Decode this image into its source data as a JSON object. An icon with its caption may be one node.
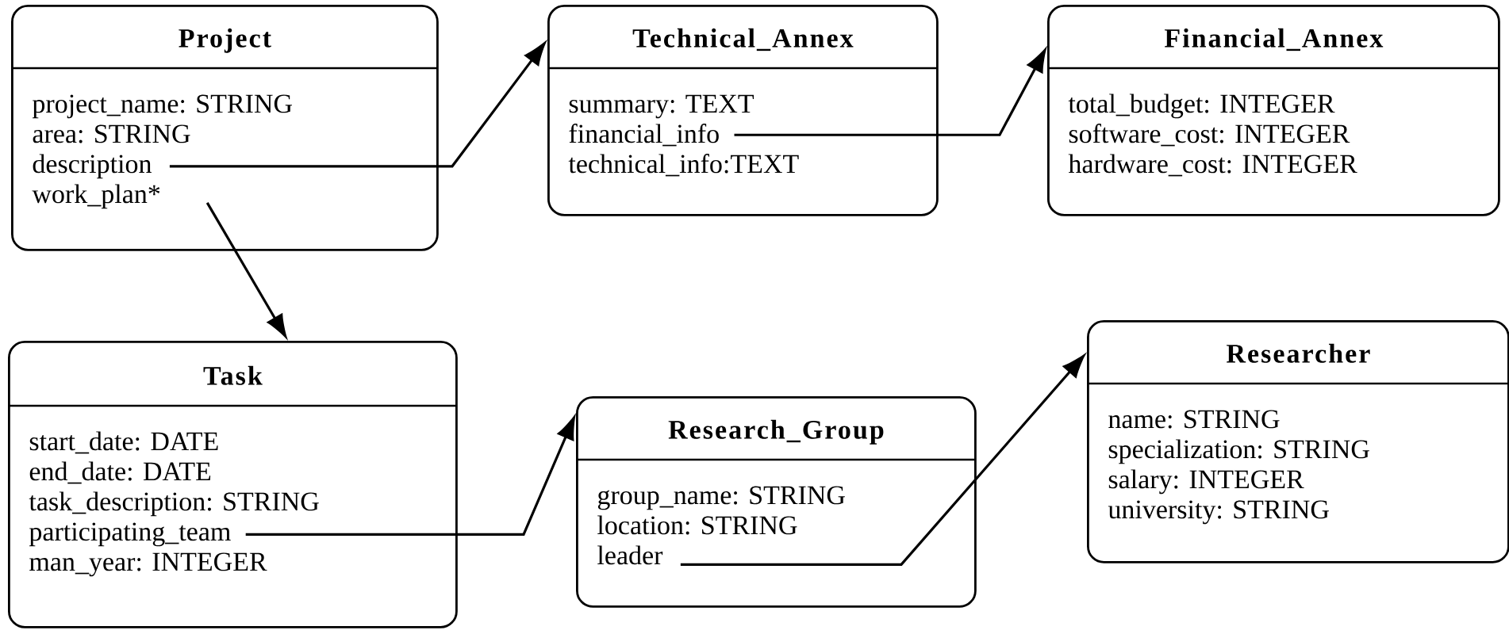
{
  "diagram": {
    "nodes": [
      {
        "text": [
          "Project"
        ]
      },
      {
        "text": [
          "project_name: STRING"
        ],
        "in": 0
      },
      {
        "text": [
          "area: STRING"
        ],
        "in": 0
      },
      {
        "text": [
          "description"
        ],
        "in": 0
      },
      {
        "text": [
          "work_plan*"
        ],
        "in": 0
      },
      {
        "text": [
          "Technical_Annex"
        ]
      },
      {
        "text": [
          "summary: TEXT"
        ],
        "in": 5
      },
      {
        "text": [
          "financial_info"
        ],
        "in": 5
      },
      {
        "text": [
          "technical_info:TEXT"
        ],
        "in": 5
      },
      {
        "text": [
          "Financial_Annex"
        ]
      },
      {
        "text": [
          "total_budget: INTEGER"
        ],
        "in": 9
      },
      {
        "text": [
          "software_cost: INTEGER"
        ],
        "in": 9
      },
      {
        "text": [
          "hardware_cost: INTEGER"
        ],
        "in": 9
      },
      {
        "text": [
          "Task"
        ]
      },
      {
        "text": [
          "start_date: DATE"
        ],
        "in": 13
      },
      {
        "text": [
          "end_date: DATE"
        ],
        "in": 13
      },
      {
        "text": [
          "task_description: STRING"
        ],
        "in": 13
      },
      {
        "text": [
          "participating_team"
        ],
        "in": 13
      },
      {
        "text": [
          "man_year: INTEGER"
        ],
        "in": 13
      },
      {
        "text": [
          "Research_Group"
        ]
      },
      {
        "text": [
          "group_name: STRING"
        ],
        "in": 19
      },
      {
        "text": [
          "location: STRING"
        ],
        "in": 19
      },
      {
        "text": [
          "leader"
        ],
        "in": 19
      },
      {
        "text": [
          "Researcher"
        ]
      },
      {
        "text": [
          "name: STRING"
        ],
        "in": 23
      },
      {
        "text": [
          "specialization: STRING"
        ],
        "in": 23
      },
      {
        "text": [
          "salary: INTEGER"
        ],
        "in": 23
      },
      {
        "text": [
          "university: STRING"
        ],
        "in": 23
      }
    ],
    "edges": [
      {
        "from": 3,
        "to": 5,
        "arrow": "to"
      },
      {
        "from": 4,
        "to": 13,
        "arrow": "to"
      },
      {
        "from": 7,
        "to": 9,
        "arrow": "to"
      },
      {
        "from": 17,
        "to": 19,
        "arrow": "to"
      },
      {
        "from": 22,
        "to": 23,
        "arrow": "to"
      }
    ]
  }
}
